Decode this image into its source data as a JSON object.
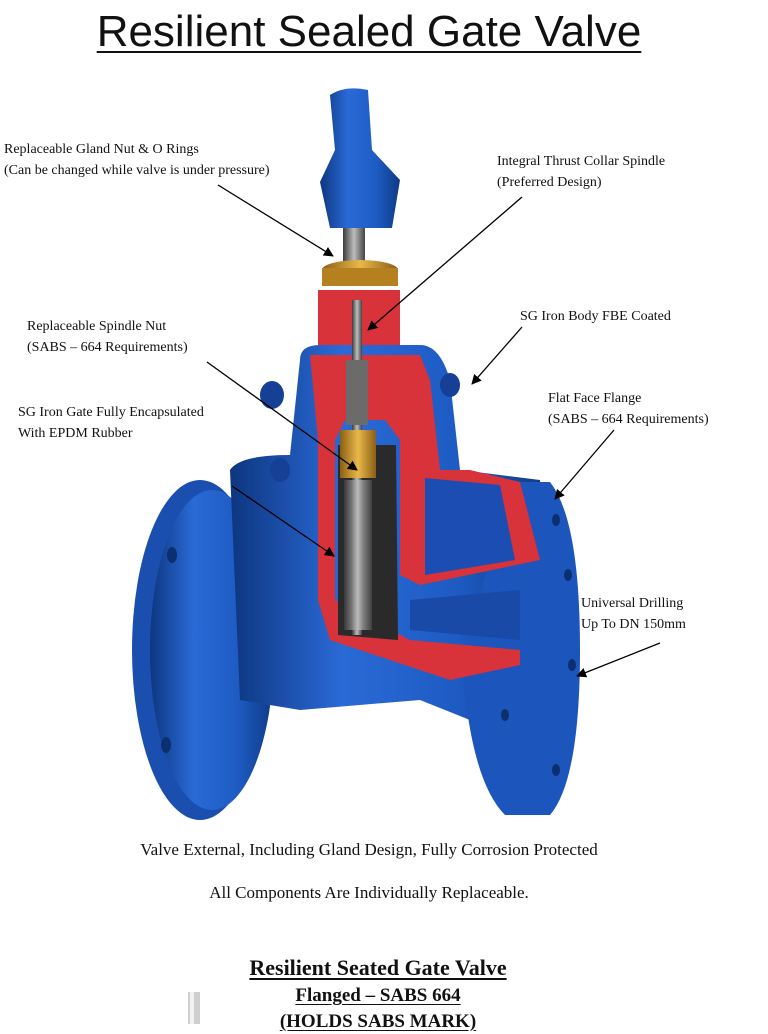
{
  "document": {
    "title": "Resilient Sealed Gate Valve",
    "callouts": {
      "gland_nut": [
        "Replaceable Gland Nut & O Rings",
        "(Can be changed while valve is under pressure)"
      ],
      "thrust_collar": [
        "Integral Thrust Collar Spindle",
        "(Preferred Design)"
      ],
      "body_coating": [
        "SG Iron Body FBE Coated"
      ],
      "spindle_nut": [
        "Replaceable Spindle Nut",
        "(SABS – 664 Requirements)"
      ],
      "flange": [
        "Flat Face Flange",
        "(SABS – 664 Requirements)"
      ],
      "gate": [
        "SG Iron Gate Fully Encapsulated",
        "With EPDM Rubber"
      ],
      "drilling": [
        "Universal Drilling",
        "Up To DN 150mm"
      ]
    },
    "captions": [
      "Valve External, Including Gland Design, Fully Corrosion Protected",
      "All Components Are Individually Replaceable."
    ],
    "next_section": {
      "title": "Resilient Seated Gate Valve",
      "subtitle": "Flanged – SABS  664",
      "mark_note": "(HOLDS SABS MARK)"
    }
  },
  "colors": {
    "body_blue": "#1f5fc8",
    "body_blue_dark": "#103c8a",
    "section_red": "#d8323a",
    "brass": "#c8952a"
  },
  "icons": {
    "arrow": "arrowhead-leader"
  }
}
